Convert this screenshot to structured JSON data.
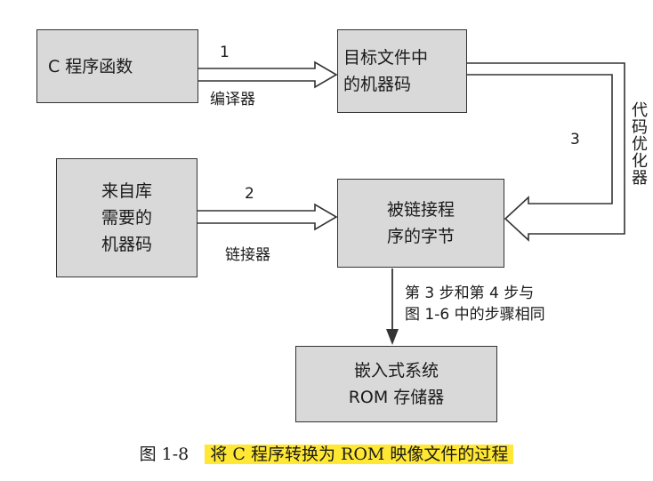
{
  "boxes": {
    "c_program": "C 程序函数",
    "object_machine_code": [
      "目标文件中",
      "的机器码"
    ],
    "library_machine_code": [
      "来自库",
      "需要的",
      "机器码"
    ],
    "linked_bytes": [
      "被链接程",
      "序的字节"
    ],
    "embedded_rom": [
      "嵌入式系统",
      "ROM 存储器"
    ]
  },
  "steps": {
    "step1_number": "1",
    "step1_label": "编译器",
    "step2_number": "2",
    "step2_label": "链接器",
    "step3_number": "3",
    "step3_label": "代码优化器",
    "step4_note": [
      "第 3 步和第 4 步与",
      "图 1-6 中的步骤相同"
    ]
  },
  "caption": {
    "figure_number": "图 1-8",
    "title": "将 C 程序转换为 ROM 映像文件的过程"
  }
}
